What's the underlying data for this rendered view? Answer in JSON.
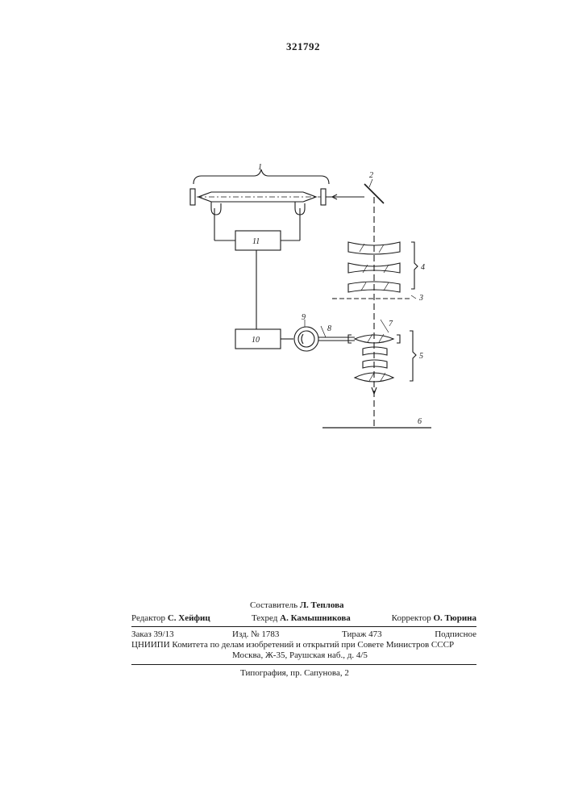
{
  "patent_number": "321792",
  "figure": {
    "labels": {
      "l1": "1",
      "l2": "2",
      "l3": "3",
      "l4": "4",
      "l5": "5",
      "l6": "6",
      "l7": "7",
      "l8": "8",
      "l9": "9",
      "l10": "10",
      "l11": "11"
    }
  },
  "imprint": {
    "compiler_label": "Составитель",
    "compiler_name": "Л. Теплова",
    "editor_label": "Редактор",
    "editor_name": "С. Хейфиц",
    "techred_label": "Техред",
    "techred_name": "А. Камышникова",
    "corrector_label": "Корректор",
    "corrector_name": "О. Тюрина",
    "order": "Заказ 39/13",
    "edition": "Изд. № 1783",
    "circulation": "Тираж 473",
    "subscription": "Подписное",
    "org_line1": "ЦНИИПИ Комитета по делам изобретений и открытий при Совете Министров СССР",
    "org_line2": "Москва, Ж-35, Раушская наб., д. 4/5",
    "printing": "Типография, пр. Сапунова, 2"
  }
}
